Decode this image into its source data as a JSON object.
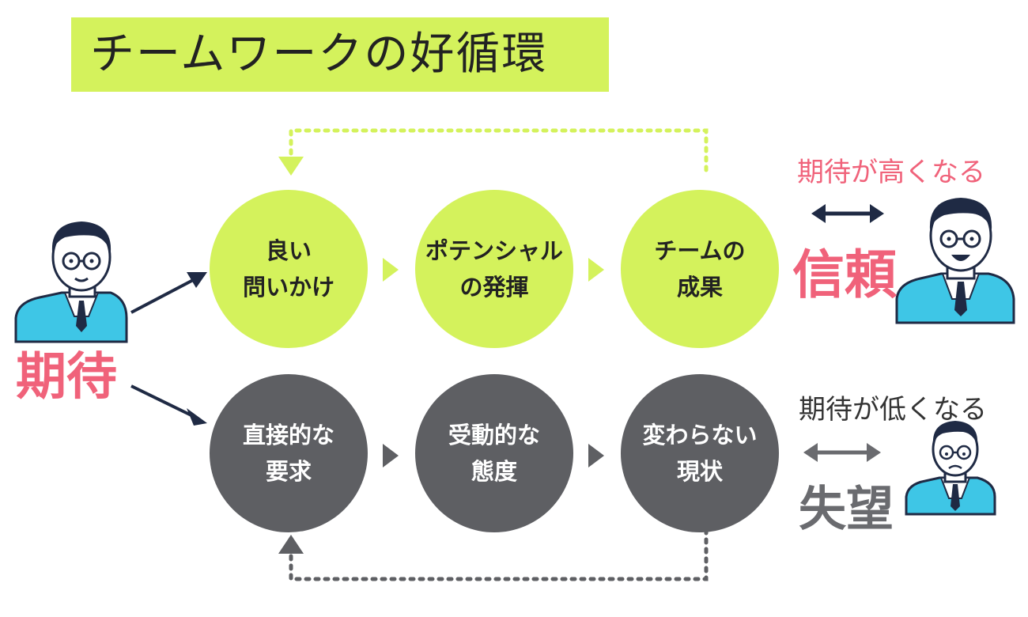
{
  "title": "チームワークの好循環",
  "left": {
    "label": "期待"
  },
  "top_row": [
    {
      "line1": "良い",
      "line2": "問いかけ"
    },
    {
      "line1": "ポテンシャル",
      "line2": "の発揮"
    },
    {
      "line1": "チームの",
      "line2": "成果"
    }
  ],
  "bottom_row": [
    {
      "line1": "直接的な",
      "line2": "要求"
    },
    {
      "line1": "受動的な",
      "line2": "態度"
    },
    {
      "line1": "変わらない",
      "line2": "現状"
    }
  ],
  "right_top": {
    "caption": "期待が高くなる",
    "label": "信頼"
  },
  "right_bottom": {
    "caption": "期待が低くなる",
    "label": "失望"
  },
  "colors": {
    "lime": "#d4f25c",
    "gray": "#5e5f63",
    "pink": "#f0627a",
    "navy": "#1f2a44",
    "cyan": "#3ec6e6"
  }
}
